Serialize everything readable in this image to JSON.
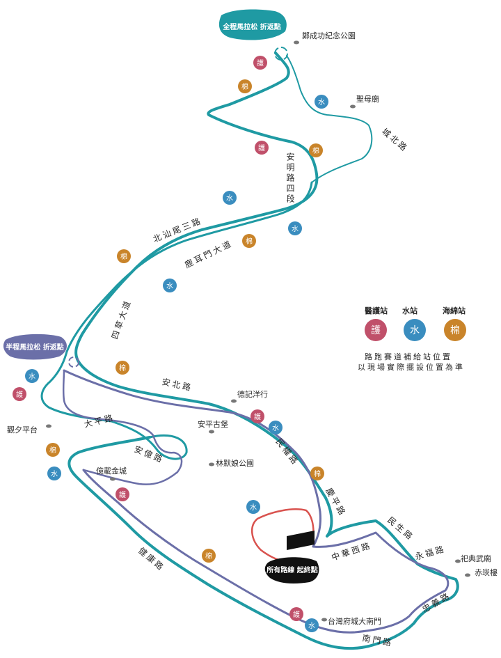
{
  "colors": {
    "full_route": "#1f9aa3",
    "half_route": "#6b6fa8",
    "start_loop": "#d9534f",
    "medical": "#c0506a",
    "water": "#3a8dbf",
    "sponge": "#c9842a",
    "landmark_dot": "#777777",
    "finish_badge": "#111111"
  },
  "badges": {
    "full_turn": "全程馬拉松 折返點",
    "half_turn": "半程馬拉松 折返點",
    "start_finish": "所有路線 起終點"
  },
  "landmarks": [
    {
      "id": "zcg",
      "name": "鄭成功紀念公園"
    },
    {
      "id": "smm",
      "name": "聖母廟"
    },
    {
      "id": "dj",
      "name": "德記洋行"
    },
    {
      "id": "apgb",
      "name": "安平古堡"
    },
    {
      "id": "lmn",
      "name": "林默娘公園"
    },
    {
      "id": "yzjc",
      "name": "億載金城"
    },
    {
      "id": "gxt",
      "name": "觀夕平台"
    },
    {
      "id": "sdwm",
      "name": "祀典武廟"
    },
    {
      "id": "ckl",
      "name": "赤崁樓"
    },
    {
      "id": "nm",
      "name": "台灣府城大南門"
    }
  ],
  "roads": [
    {
      "id": "cb",
      "name": "城北路"
    },
    {
      "id": "am4",
      "name": "安明路四段"
    },
    {
      "id": "by3",
      "name": "北汕尾三路"
    },
    {
      "id": "lem",
      "name": "鹿耳門大道"
    },
    {
      "id": "sc",
      "name": "四草大道"
    },
    {
      "id": "ab",
      "name": "安北路"
    },
    {
      "id": "dp",
      "name": "大平路"
    },
    {
      "id": "ay",
      "name": "安億路"
    },
    {
      "id": "mq",
      "name": "民權路"
    },
    {
      "id": "mp",
      "name": "慶平路"
    },
    {
      "id": "zh",
      "name": "中華西路"
    },
    {
      "id": "ms",
      "name": "民生路"
    },
    {
      "id": "yf",
      "name": "永福路"
    },
    {
      "id": "zy",
      "name": "忠義路"
    },
    {
      "id": "jk",
      "name": "健康路"
    },
    {
      "id": "nmr",
      "name": "南門路"
    }
  ],
  "stations": {
    "medical_char": "護",
    "water_char": "水",
    "sponge_char": "棉"
  },
  "legend": {
    "medical": "醫護站",
    "water": "水站",
    "sponge": "海綿站",
    "note_line1": "路跑賽道補給站位置",
    "note_line2": "以現場實際擺設位置為準"
  }
}
